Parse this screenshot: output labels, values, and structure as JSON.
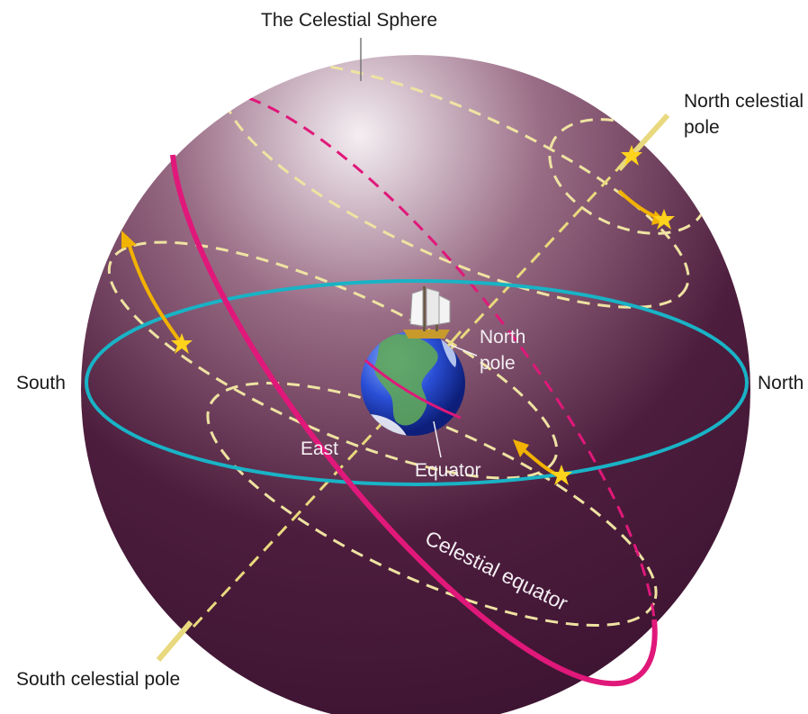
{
  "labels": {
    "title": "The Celestial Sphere",
    "north_celestial_pole_line1": "North celestial",
    "north_celestial_pole_line2": "pole",
    "south_celestial_pole": "South celestial pole",
    "south": "South",
    "north": "North",
    "north_pole_line1": "North",
    "north_pole_line2": "pole",
    "east": "East",
    "equator": "Equator",
    "celestial_equator": "Celestial equator"
  },
  "colors": {
    "sphere_light": "#f4eef2",
    "sphere_mid": "#9a6d86",
    "sphere_dark": "#4d1d3d",
    "horizon": "#19b3c6",
    "celestial_equator": "#e0187a",
    "star_path": "#efe3a2",
    "pole_axis": "#e9d97e",
    "star": "#ffd21c",
    "arrow": "#f2b200"
  },
  "icons": {
    "earth": "earth-globe-icon",
    "ship": "sailing-ship-icon",
    "star": "star-icon"
  }
}
